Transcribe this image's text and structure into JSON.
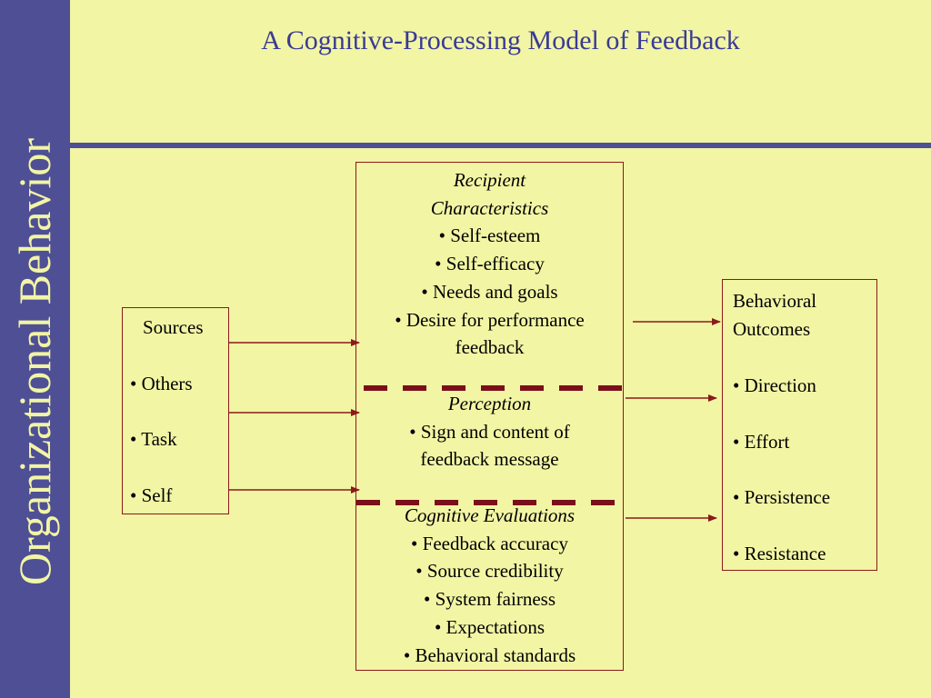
{
  "sidebar": {
    "text": "Organizational Behavior"
  },
  "title": "A Cognitive-Processing Model of Feedback",
  "colors": {
    "background": "#f2f5a4",
    "sidebar": "#4f4f96",
    "title": "#3a3a96",
    "lines": "#8b1a1a",
    "dash": "#7a0e1a"
  },
  "sources": {
    "title": "Sources",
    "items": [
      "• Others",
      "• Task",
      "• Self"
    ]
  },
  "recipient": {
    "title_line1": "Recipient",
    "title_line2": "Characteristics",
    "items": [
      "• Self-esteem",
      "• Self-efficacy",
      "• Needs and goals",
      "• Desire for performance",
      "feedback"
    ]
  },
  "perception": {
    "title": "Perception",
    "items": [
      "• Sign and content of",
      "feedback message"
    ]
  },
  "evaluations": {
    "title": "Cognitive Evaluations",
    "items": [
      "• Feedback accuracy",
      "• Source credibility",
      "• System fairness",
      "• Expectations",
      "• Behavioral standards"
    ]
  },
  "outcomes": {
    "title_line1": "Behavioral",
    "title_line2": "Outcomes",
    "items": [
      "• Direction",
      "• Effort",
      "• Persistence",
      "• Resistance"
    ]
  }
}
